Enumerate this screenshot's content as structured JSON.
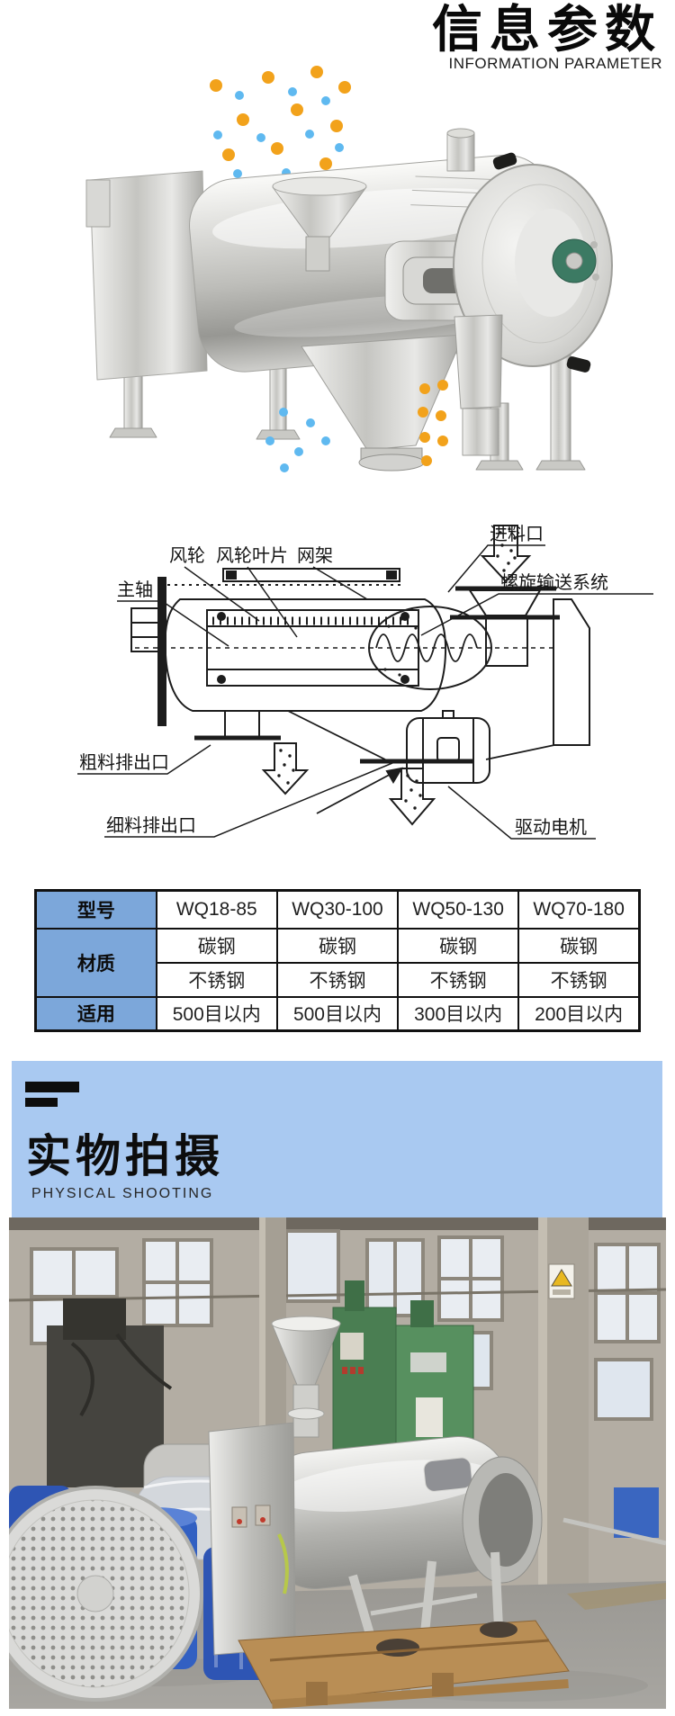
{
  "colors": {
    "band_blue": "#A9C9F1",
    "table_header_blue": "#7CA7DA",
    "particle_orange": "#F2A21B",
    "particle_blue": "#5FB9F0"
  },
  "header": {
    "title": "信息参数",
    "subtitle": "INFORMATION PARAMETER"
  },
  "diagram": {
    "labels": {
      "fan_wheel": "风轮",
      "fan_blades": "风轮叶片",
      "mesh_frame": "网架",
      "main_shaft": "主轴",
      "feed_inlet": "进料口",
      "screw_conveyor": "螺旋输送系统",
      "coarse_outlet": "粗料排出口",
      "fine_outlet": "细料排出口",
      "drive_motor": "驱动电机"
    }
  },
  "spec_table": {
    "columns": [
      "型号",
      "WQ18-85",
      "WQ30-100",
      "WQ50-130",
      "WQ70-180"
    ],
    "material_label": "材质",
    "material_carbon": [
      "碳钢",
      "碳钢",
      "碳钢",
      "碳钢"
    ],
    "material_stainless": [
      "不锈钢",
      "不锈钢",
      "不锈钢",
      "不锈钢"
    ],
    "apply_label": "适用",
    "apply": [
      "500目以内",
      "500目以内",
      "300目以内",
      "200目以内"
    ]
  },
  "section2": {
    "title": "实物拍摄",
    "subtitle": "PHYSICAL SHOOTING"
  }
}
